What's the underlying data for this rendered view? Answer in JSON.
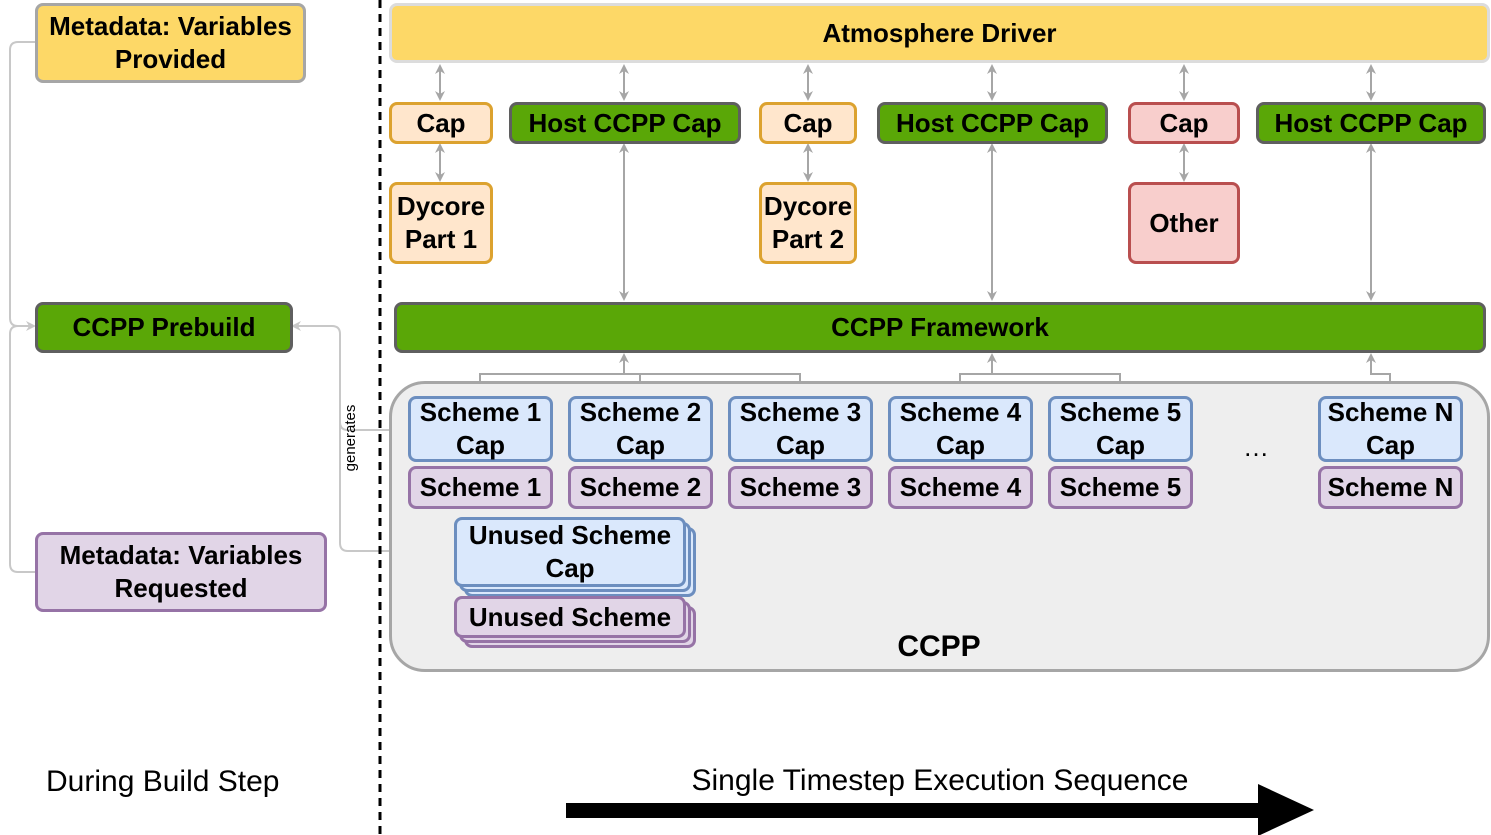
{
  "build": {
    "metadata_provided": "Metadata: Variables Provided",
    "prebuild": "CCPP Prebuild",
    "metadata_requested": "Metadata: Variables Requested",
    "generates": "generates",
    "step_label": "During Build Step"
  },
  "runtime": {
    "driver": "Atmosphere Driver",
    "caps": [
      "Cap",
      "Host CCPP Cap",
      "Cap",
      "Host CCPP Cap",
      "Cap",
      "Host CCPP Cap"
    ],
    "dycore1": "Dycore Part 1",
    "dycore2": "Dycore Part 2",
    "other": "Other",
    "framework": "CCPP Framework",
    "ccpp_label": "CCPP",
    "scheme_caps": [
      "Scheme 1 Cap",
      "Scheme 2 Cap",
      "Scheme 3 Cap",
      "Scheme 4 Cap",
      "Scheme 5 Cap",
      "Scheme N Cap"
    ],
    "schemes": [
      "Scheme 1",
      "Scheme 2",
      "Scheme 3",
      "Scheme 4",
      "Scheme 5",
      "Scheme N"
    ],
    "ellipsis": "…",
    "unused_cap": "Unused Scheme Cap",
    "unused_scheme": "Unused Scheme",
    "sequence_label": "Single Timestep Execution Sequence"
  }
}
